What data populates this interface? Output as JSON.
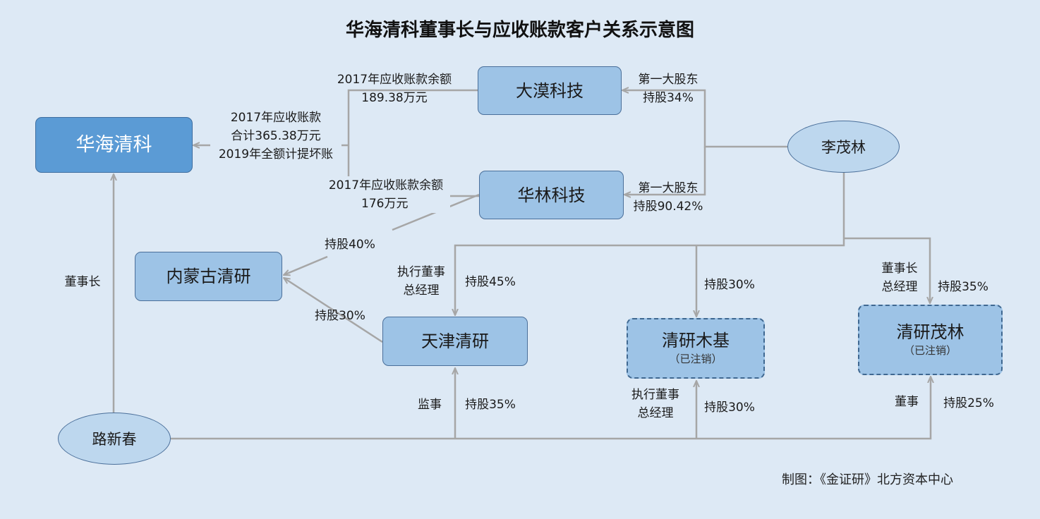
{
  "title": "华海清科董事长与应收账款客户关系示意图",
  "credit": "制图：《金证研》北方资本中心",
  "colors": {
    "box_fill": "#9dc3e6",
    "highlight_fill": "#5b9bd5",
    "oval_fill": "#bdd7ee",
    "line": "#a6a6a6",
    "background": "#dde9f5"
  },
  "nodes": {
    "huahai": {
      "name": "华海清科"
    },
    "damo": {
      "name": "大漠科技"
    },
    "hualin": {
      "name": "华林科技"
    },
    "neimeng": {
      "name": "内蒙古清研"
    },
    "tianjin": {
      "name": "天津清研"
    },
    "mujiji": {
      "name": "清研木基",
      "note": "（已注销）"
    },
    "maolin_co": {
      "name": "清研茂林",
      "note": "（已注销）"
    },
    "limaolin": {
      "name": "李茂林"
    },
    "luxinchun": {
      "name": "路新春"
    }
  },
  "labels": {
    "damo_recv_1": "2017年应收账款余额",
    "damo_recv_2": "189.38万元",
    "total_recv_1": "2017年应收账款",
    "total_recv_2": "合计365.38万元",
    "total_recv_3": "2019年全额计提坏账",
    "hualin_recv_1": "2017年应收账款余额",
    "hualin_recv_2": "176万元",
    "damo_holder_1": "第一大股东",
    "damo_holder_2": "持股34%",
    "hualin_holder_1": "第一大股东",
    "hualin_holder_2": "持股90.42%",
    "hualin_neimeng": "持股40%",
    "tianjin_neimeng": "持股30%",
    "chairman": "董事长",
    "li_tianjin_role_1": "执行董事",
    "li_tianjin_role_2": "总经理",
    "li_tianjin_share": "持股45%",
    "li_mujiji_share": "持股30%",
    "li_maolin_role_1": "董事长",
    "li_maolin_role_2": "总经理",
    "li_maolin_share": "持股35%",
    "lu_tianjin_role": "监事",
    "lu_tianjin_share": "持股35%",
    "lu_mujiji_role_1": "执行董事",
    "lu_mujiji_role_2": "总经理",
    "lu_mujiji_share": "持股30%",
    "lu_maolin_role": "董事",
    "lu_maolin_share": "持股25%"
  }
}
